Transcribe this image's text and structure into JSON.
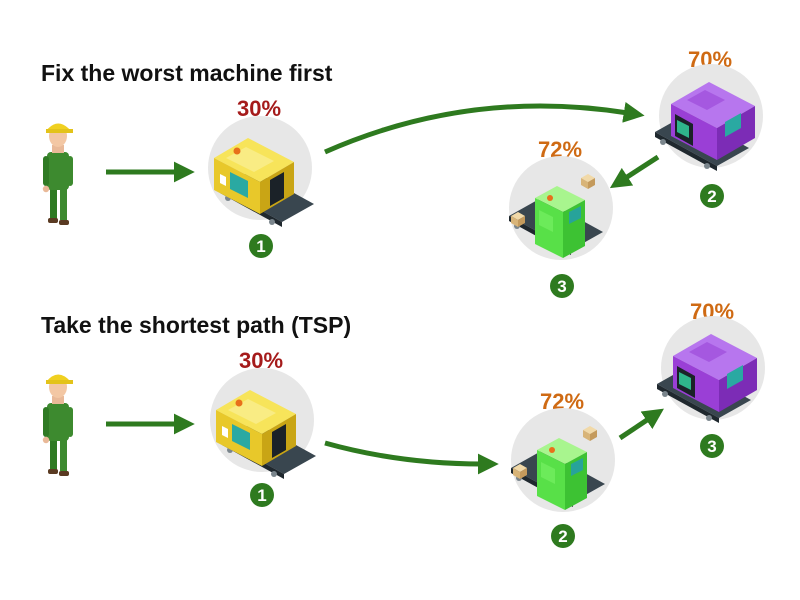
{
  "colors": {
    "arrow": "#2e7a1f",
    "badge": "#2e7a1f",
    "pct_low": "#a51b1b",
    "pct_mid": "#cf6a13",
    "yellow_machine": "#e8c82a",
    "green_machine": "#58e048",
    "purple_machine": "#9a3fd6",
    "worker_shirt": "#3d8a2f",
    "helmet": "#f0d020"
  },
  "scenario_fix": {
    "title": "Fix the worst machine first",
    "machines": [
      {
        "kind": "yellow",
        "pct": "30%",
        "order": "1",
        "pct_level": "low"
      },
      {
        "kind": "purple",
        "pct": "70%",
        "order": "2",
        "pct_level": "mid"
      },
      {
        "kind": "green",
        "pct": "72%",
        "order": "3",
        "pct_level": "mid"
      }
    ]
  },
  "scenario_tsp": {
    "title": "Take the shortest path (TSP)",
    "machines": [
      {
        "kind": "yellow",
        "pct": "30%",
        "order": "1",
        "pct_level": "low"
      },
      {
        "kind": "green",
        "pct": "72%",
        "order": "2",
        "pct_level": "mid"
      },
      {
        "kind": "purple",
        "pct": "70%",
        "order": "3",
        "pct_level": "mid"
      }
    ]
  }
}
